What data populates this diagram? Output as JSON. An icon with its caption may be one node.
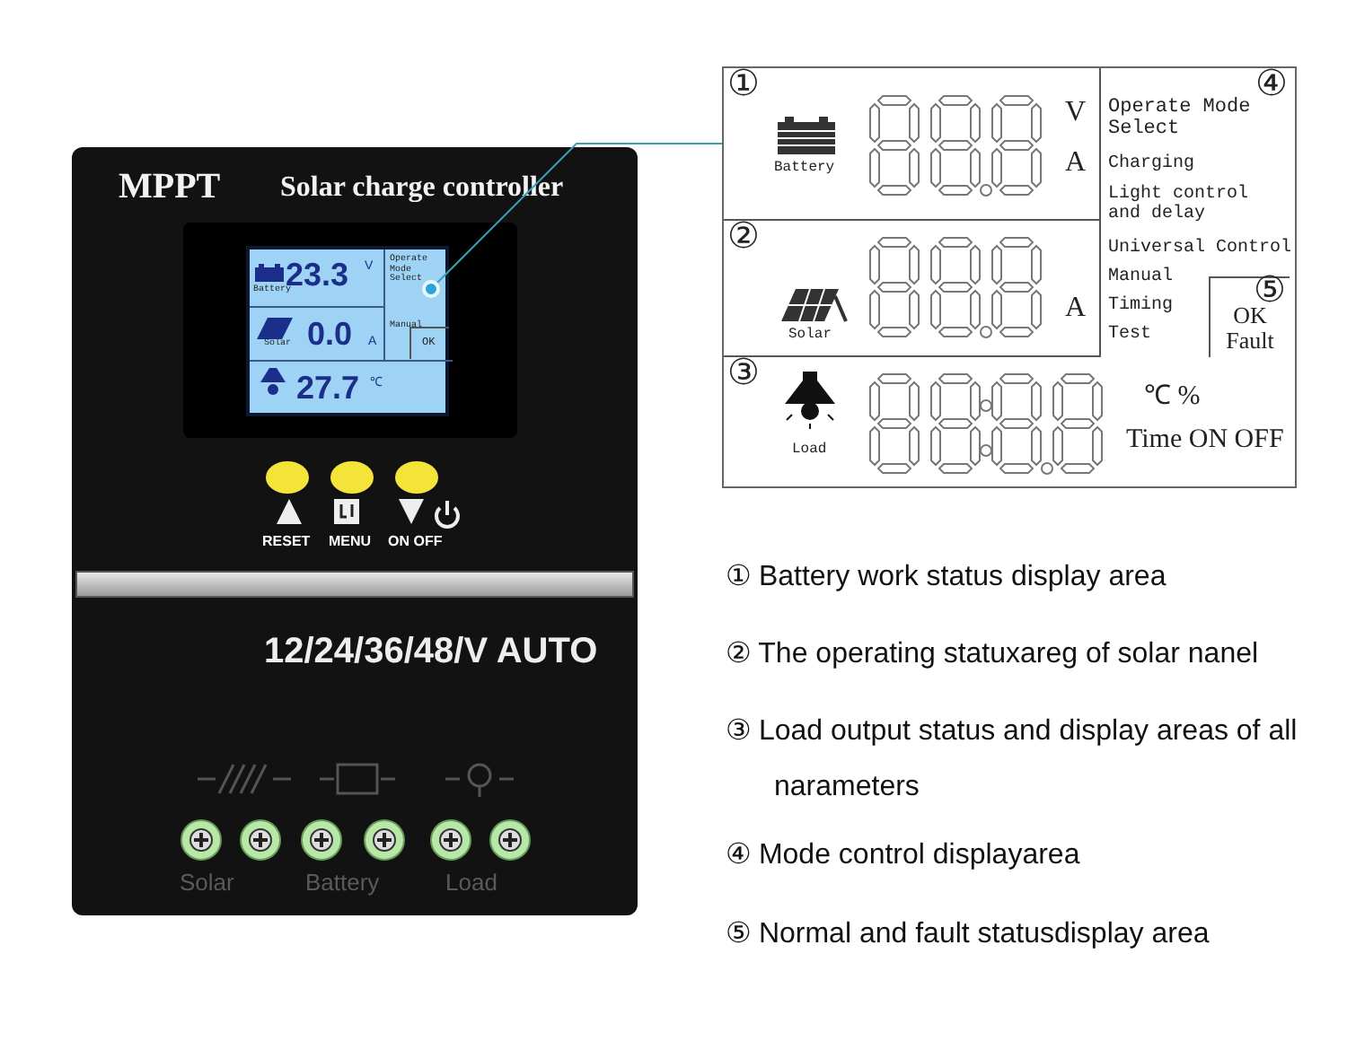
{
  "diagram": {
    "nodes": [
      {
        "text": [
          "MPPT",
          "Solar charge controller",
          "12/24/36/48/V AUTO"
        ]
      },
      {
        "text": [
          "Battery",
          "23.3",
          "V",
          "Solar",
          "0.0",
          "A",
          "27.7",
          "℃",
          "Operate Mode Select",
          "Manual"
        ],
        "in": 0
      },
      {
        "text": [],
        "shape": "circle",
        "in": 1
      },
      {
        "text": [
          "OK"
        ],
        "in": 1
      },
      {
        "text": [],
        "shape": "box"
      },
      {
        "text": [
          "①",
          "Battery",
          "V",
          "A"
        ],
        "in": 4
      },
      {
        "text": [
          "②",
          "Solar",
          "A"
        ],
        "in": 4
      },
      {
        "text": [
          "③",
          "Load",
          "℃ %",
          "Time ON OFF"
        ],
        "in": 4
      },
      {
        "text": [
          "④",
          "Operate Mode Select",
          "Charging",
          "Light control and delay",
          "Universal Control",
          "Manual",
          "Timing",
          "Test"
        ],
        "in": 4
      },
      {
        "text": [
          "⑤",
          "OK Fault"
        ],
        "in": 8
      }
    ],
    "edges": [
      {
        "from": 2,
        "to": 4,
        "arrow": "none"
      }
    ],
    "labels": [
      "RESET",
      "MENU",
      "ON OFF",
      "Solar",
      "Battery",
      "Load",
      "① Battery work status display area",
      "② The operating statuxareg of solar nanel",
      "③ Load output status and display areas of all narameters",
      "④ Mode control displayarea",
      "⑤ Normal and fault statusdisplay area"
    ]
  }
}
